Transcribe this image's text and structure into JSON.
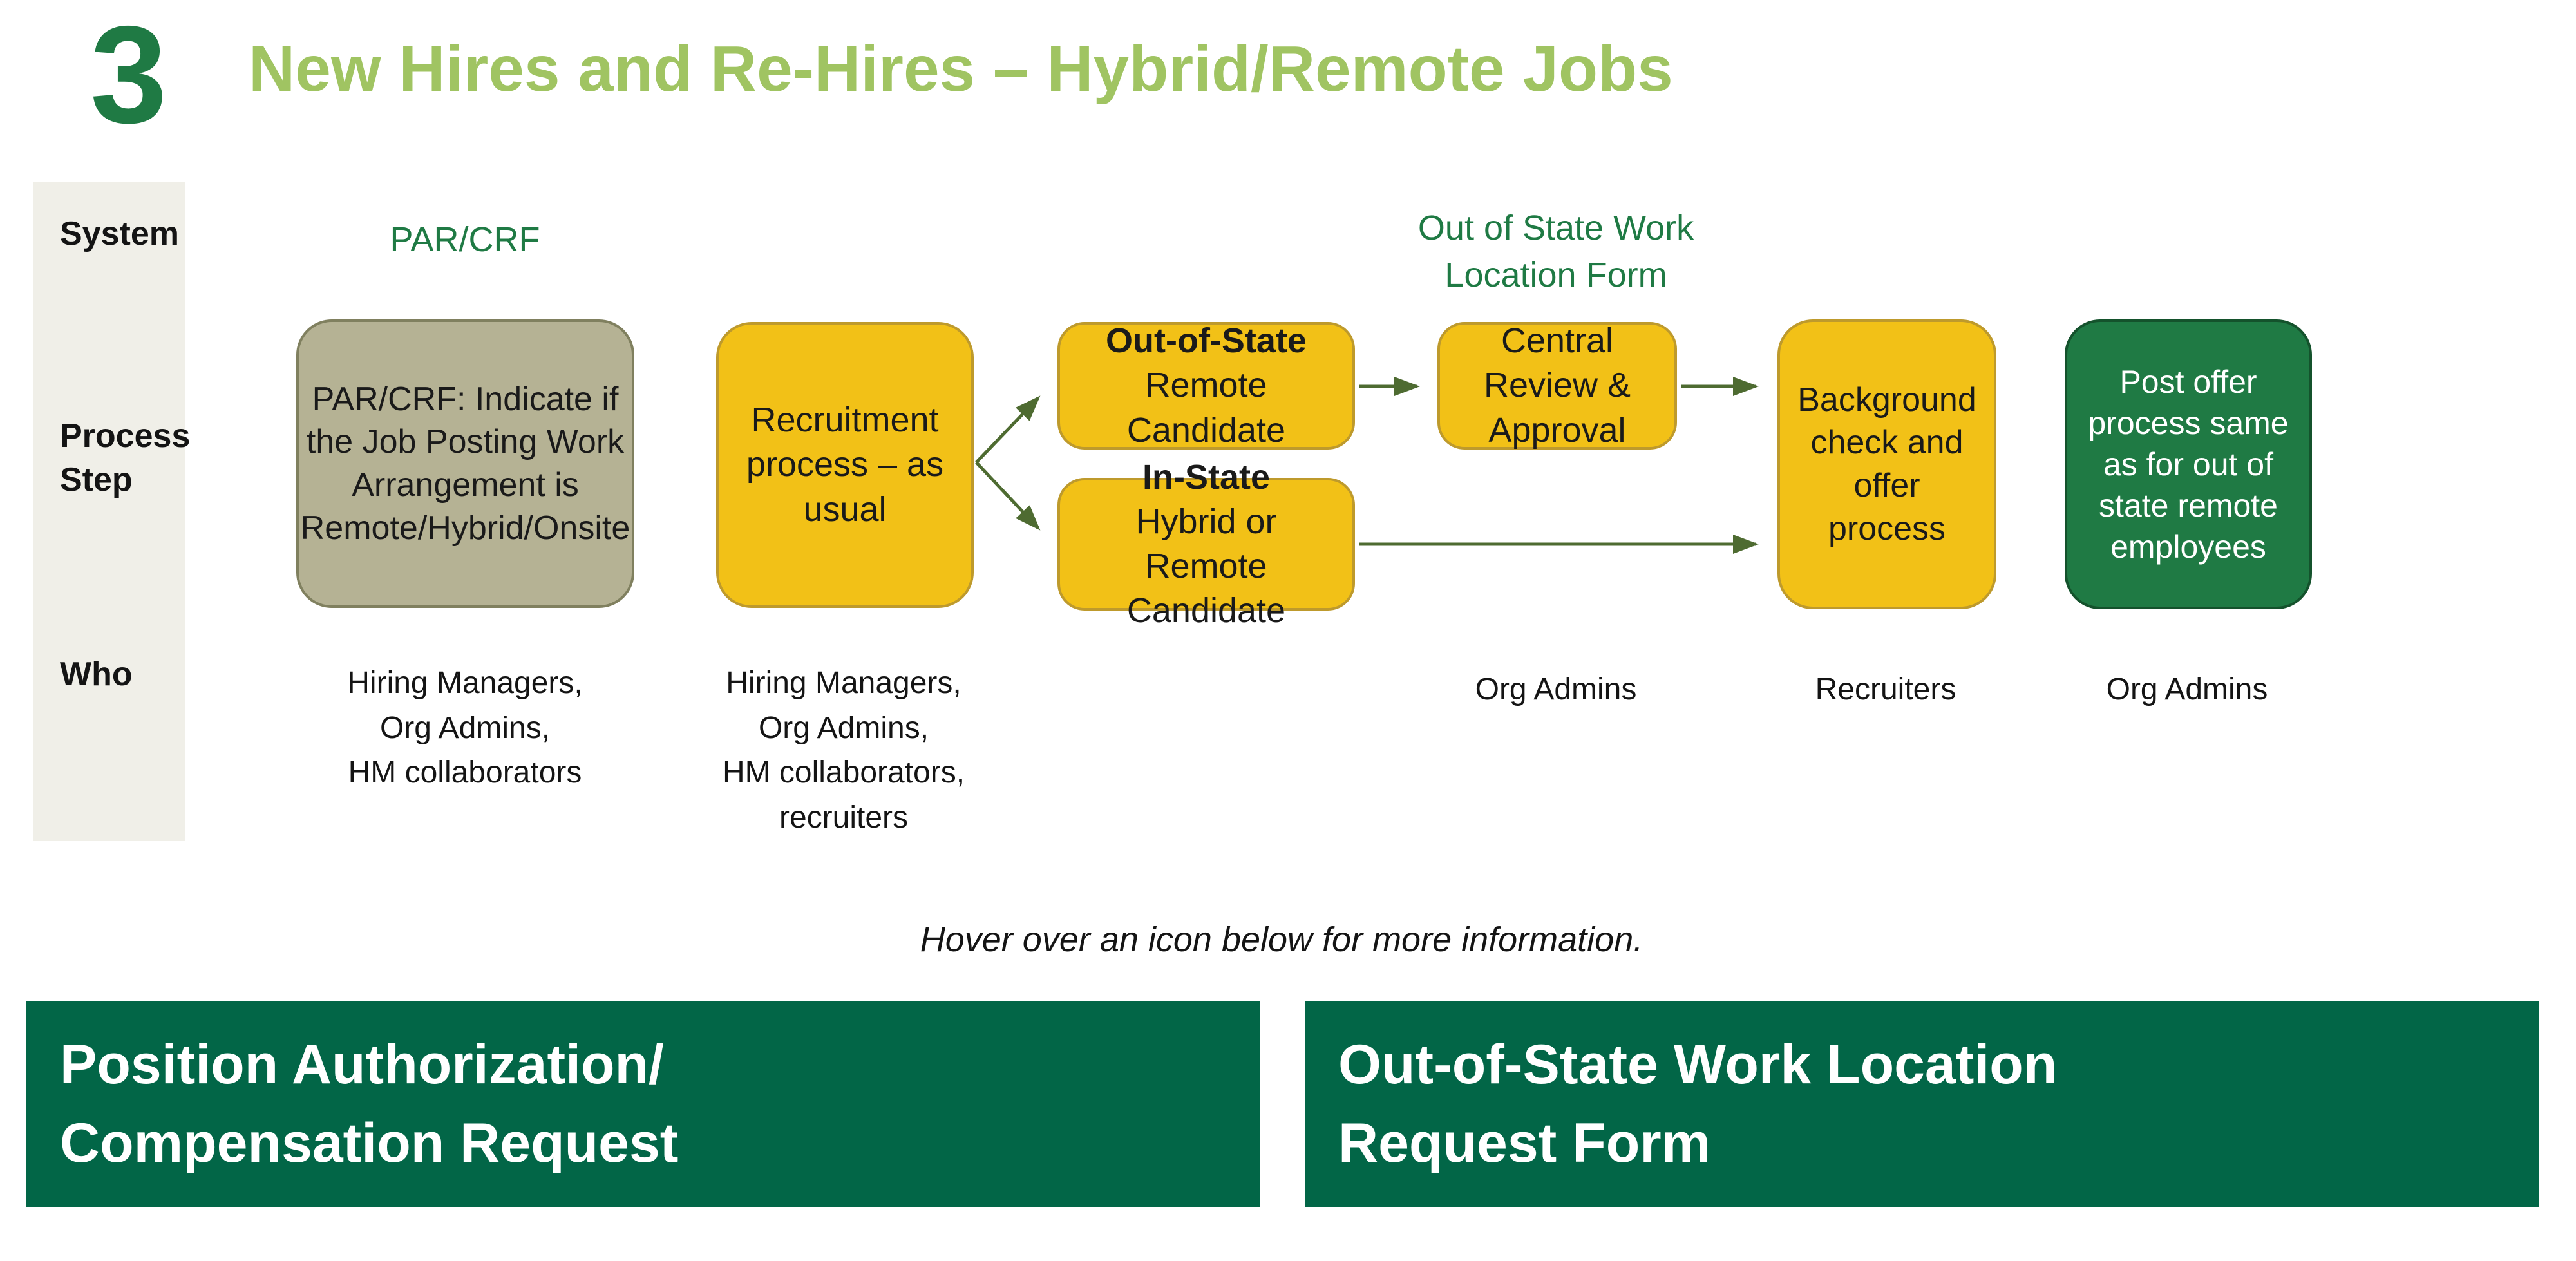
{
  "colors": {
    "step_green": "#1F7A44",
    "banner_green": "#026647",
    "title_light_green": "#A0C462",
    "gold": "#F2C117",
    "gold_border": "#BE9A2C",
    "olive": "#B5B294",
    "olive_border": "#80805F",
    "sidebar_bg": "#F0EFE8",
    "arrow_green": "#4E6B31",
    "text_black": "#141414",
    "white": "#FFFFFF"
  },
  "header": {
    "step_number": "3",
    "title": "New Hires and Re-Hires – Hybrid/Remote Jobs"
  },
  "row_headers": {
    "system": "System",
    "process_step": "Process\nStep",
    "who": "Who"
  },
  "system_row": {
    "par_crf_label": "PAR/CRF",
    "oos_form_label": "Out of State Work\nLocation Form"
  },
  "process_row": {
    "par_crf_box": "PAR/CRF: Indicate if the Job Posting Work Arrangement is Remote/Hybrid/Onsite",
    "recruitment_box": "Recruitment process – as usual",
    "out_of_state_box": {
      "title": "Out-of-State",
      "subtitle": "Remote Candidate"
    },
    "in_state_box": {
      "title": "In-State",
      "subtitle": "Hybrid or Remote Candidate"
    },
    "central_review_box": "Central Review & Approval",
    "background_box": "Background check and offer process",
    "post_offer_box": "Post offer process same as for out of state remote employees"
  },
  "who_row": {
    "par_crf": "Hiring Managers,\nOrg Admins,\nHM collaborators",
    "recruitment": "Hiring Managers,\nOrg Admins,\nHM collaborators,\nrecruiters",
    "central_review": "Org Admins",
    "background": "Recruiters",
    "post_offer": "Org Admins"
  },
  "note": "Hover over an icon below for more information.",
  "banners": {
    "left": "Position Authorization/\nCompensation Request",
    "right": "Out-of-State Work Location\nRequest Form"
  },
  "flow_connections": [
    {
      "from": "recruitment",
      "to": "out-of-state-candidate"
    },
    {
      "from": "recruitment",
      "to": "in-state-candidate"
    },
    {
      "from": "out-of-state-candidate",
      "to": "central-review-approval"
    },
    {
      "from": "central-review-approval",
      "to": "background-check-offer"
    },
    {
      "from": "in-state-candidate",
      "to": "background-check-offer"
    }
  ]
}
